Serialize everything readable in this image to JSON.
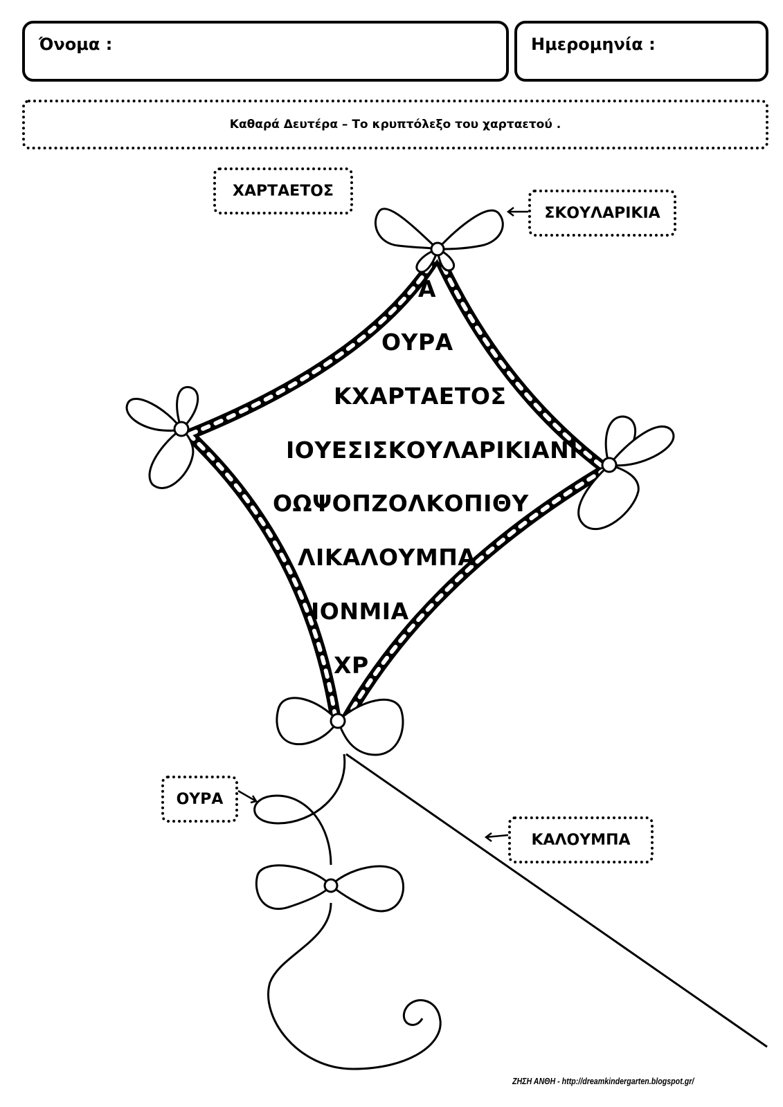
{
  "header": {
    "name_label": "Όνομα :",
    "date_label": "Ημερομηνία :"
  },
  "title": "Καθαρά Δευτέρα – Το κρυπτόλεξο του χαρταετού .",
  "tags": {
    "kite": "ΧΑΡΤΑΕΤΟΣ",
    "bows": "ΣΚΟΥΛΑΡΙΚΙΑ",
    "tail": "ΟΥΡΑ",
    "string": "ΚΑΛΟΥΜΠΑ"
  },
  "puzzle_rows": [
    "Α",
    "ΟΥΡΑ",
    "ΚΧΑΡΤΑΕΤΟΣ",
    "ΙΟΥΕΣΙΣΚΟΥΛΑΡΙΚΙΑΝΙ",
    "ΟΩΨΟΠΖΟΛΚΟΠΙΘΥ",
    "ΛΙΚΑΛΟΥΜΠΑ",
    "ΙΟΝΜΙΑ",
    "ΧΡ"
  ],
  "footer": {
    "credit": "ΖΗΣΗ ΑΝΘΗ - http://dreamkindergarten.blogspot.gr/"
  }
}
